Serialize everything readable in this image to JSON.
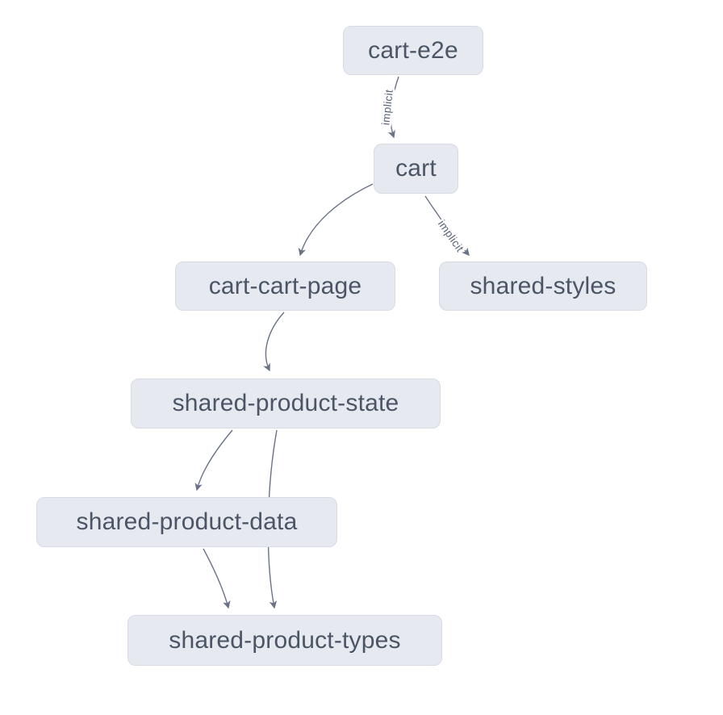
{
  "diagram": {
    "type": "dependency-graph",
    "colors": {
      "background": "#ffffff",
      "node_fill": "#e6e9ef",
      "node_border": "#d7dbe4",
      "node_text": "#4b5566",
      "edge_stroke": "#6a7286",
      "edge_label_text": "#5a6478"
    },
    "nodes": [
      {
        "id": "cart-e2e",
        "label": "cart-e2e"
      },
      {
        "id": "cart",
        "label": "cart"
      },
      {
        "id": "cart-cart-page",
        "label": "cart-cart-page"
      },
      {
        "id": "shared-styles",
        "label": "shared-styles"
      },
      {
        "id": "shared-product-state",
        "label": "shared-product-state"
      },
      {
        "id": "shared-product-data",
        "label": "shared-product-data"
      },
      {
        "id": "shared-product-types",
        "label": "shared-product-types"
      }
    ],
    "edges": [
      {
        "from": "cart-e2e",
        "to": "cart",
        "label": "implicit"
      },
      {
        "from": "cart",
        "to": "cart-cart-page",
        "label": ""
      },
      {
        "from": "cart",
        "to": "shared-styles",
        "label": "implicit"
      },
      {
        "from": "cart-cart-page",
        "to": "shared-product-state",
        "label": ""
      },
      {
        "from": "shared-product-state",
        "to": "shared-product-data",
        "label": ""
      },
      {
        "from": "shared-product-state",
        "to": "shared-product-types",
        "label": ""
      },
      {
        "from": "shared-product-data",
        "to": "shared-product-types",
        "label": ""
      }
    ]
  }
}
